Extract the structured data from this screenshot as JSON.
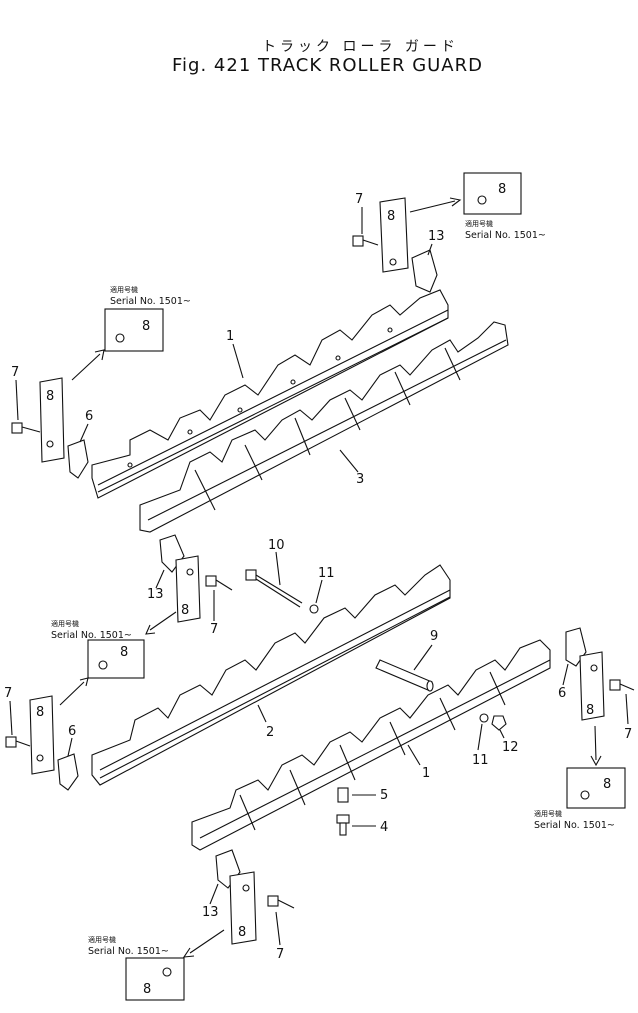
{
  "title": {
    "japanese": "トラック ローラ ガード",
    "english": "Fig. 421 TRACK ROLLER GUARD"
  },
  "serial": {
    "japanese": "適用号機",
    "label": "Serial No. 1501~"
  },
  "part_numbers": [
    "1",
    "2",
    "3",
    "4",
    "5",
    "6",
    "7",
    "8",
    "9",
    "10",
    "11",
    "12",
    "13"
  ]
}
